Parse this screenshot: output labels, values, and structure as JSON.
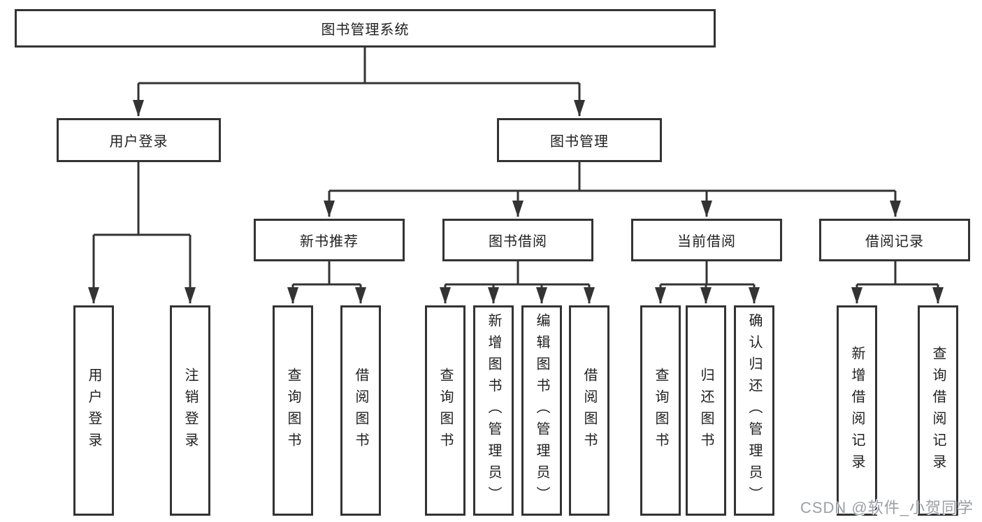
{
  "tree": {
    "root_label": "图书管理系统",
    "user_login": {
      "label": "用户登录",
      "children": [
        "用户登录",
        "注销登录"
      ]
    },
    "book_mgmt": {
      "label": "图书管理"
    },
    "sections": [
      {
        "label": "新书推荐",
        "children": [
          "查询图书",
          "借阅图书"
        ]
      },
      {
        "label": "图书借阅",
        "children": [
          "查询图书",
          "新增图书（管理员）",
          "编辑图书（管理员）",
          "借阅图书"
        ]
      },
      {
        "label": "当前借阅",
        "children": [
          "查询图书",
          "归还图书",
          "确认归还（管理员）"
        ]
      },
      {
        "label": "借阅记录",
        "children": [
          "新增借阅记录",
          "查询借阅记录"
        ]
      }
    ]
  },
  "watermark": {
    "text": "CSDN @软件_小贺同学",
    "color": "#9aa0a6"
  },
  "colors": {
    "line": "#333333",
    "box_border": "#333333",
    "background": "#ffffff",
    "text": "#1f1f1f"
  }
}
